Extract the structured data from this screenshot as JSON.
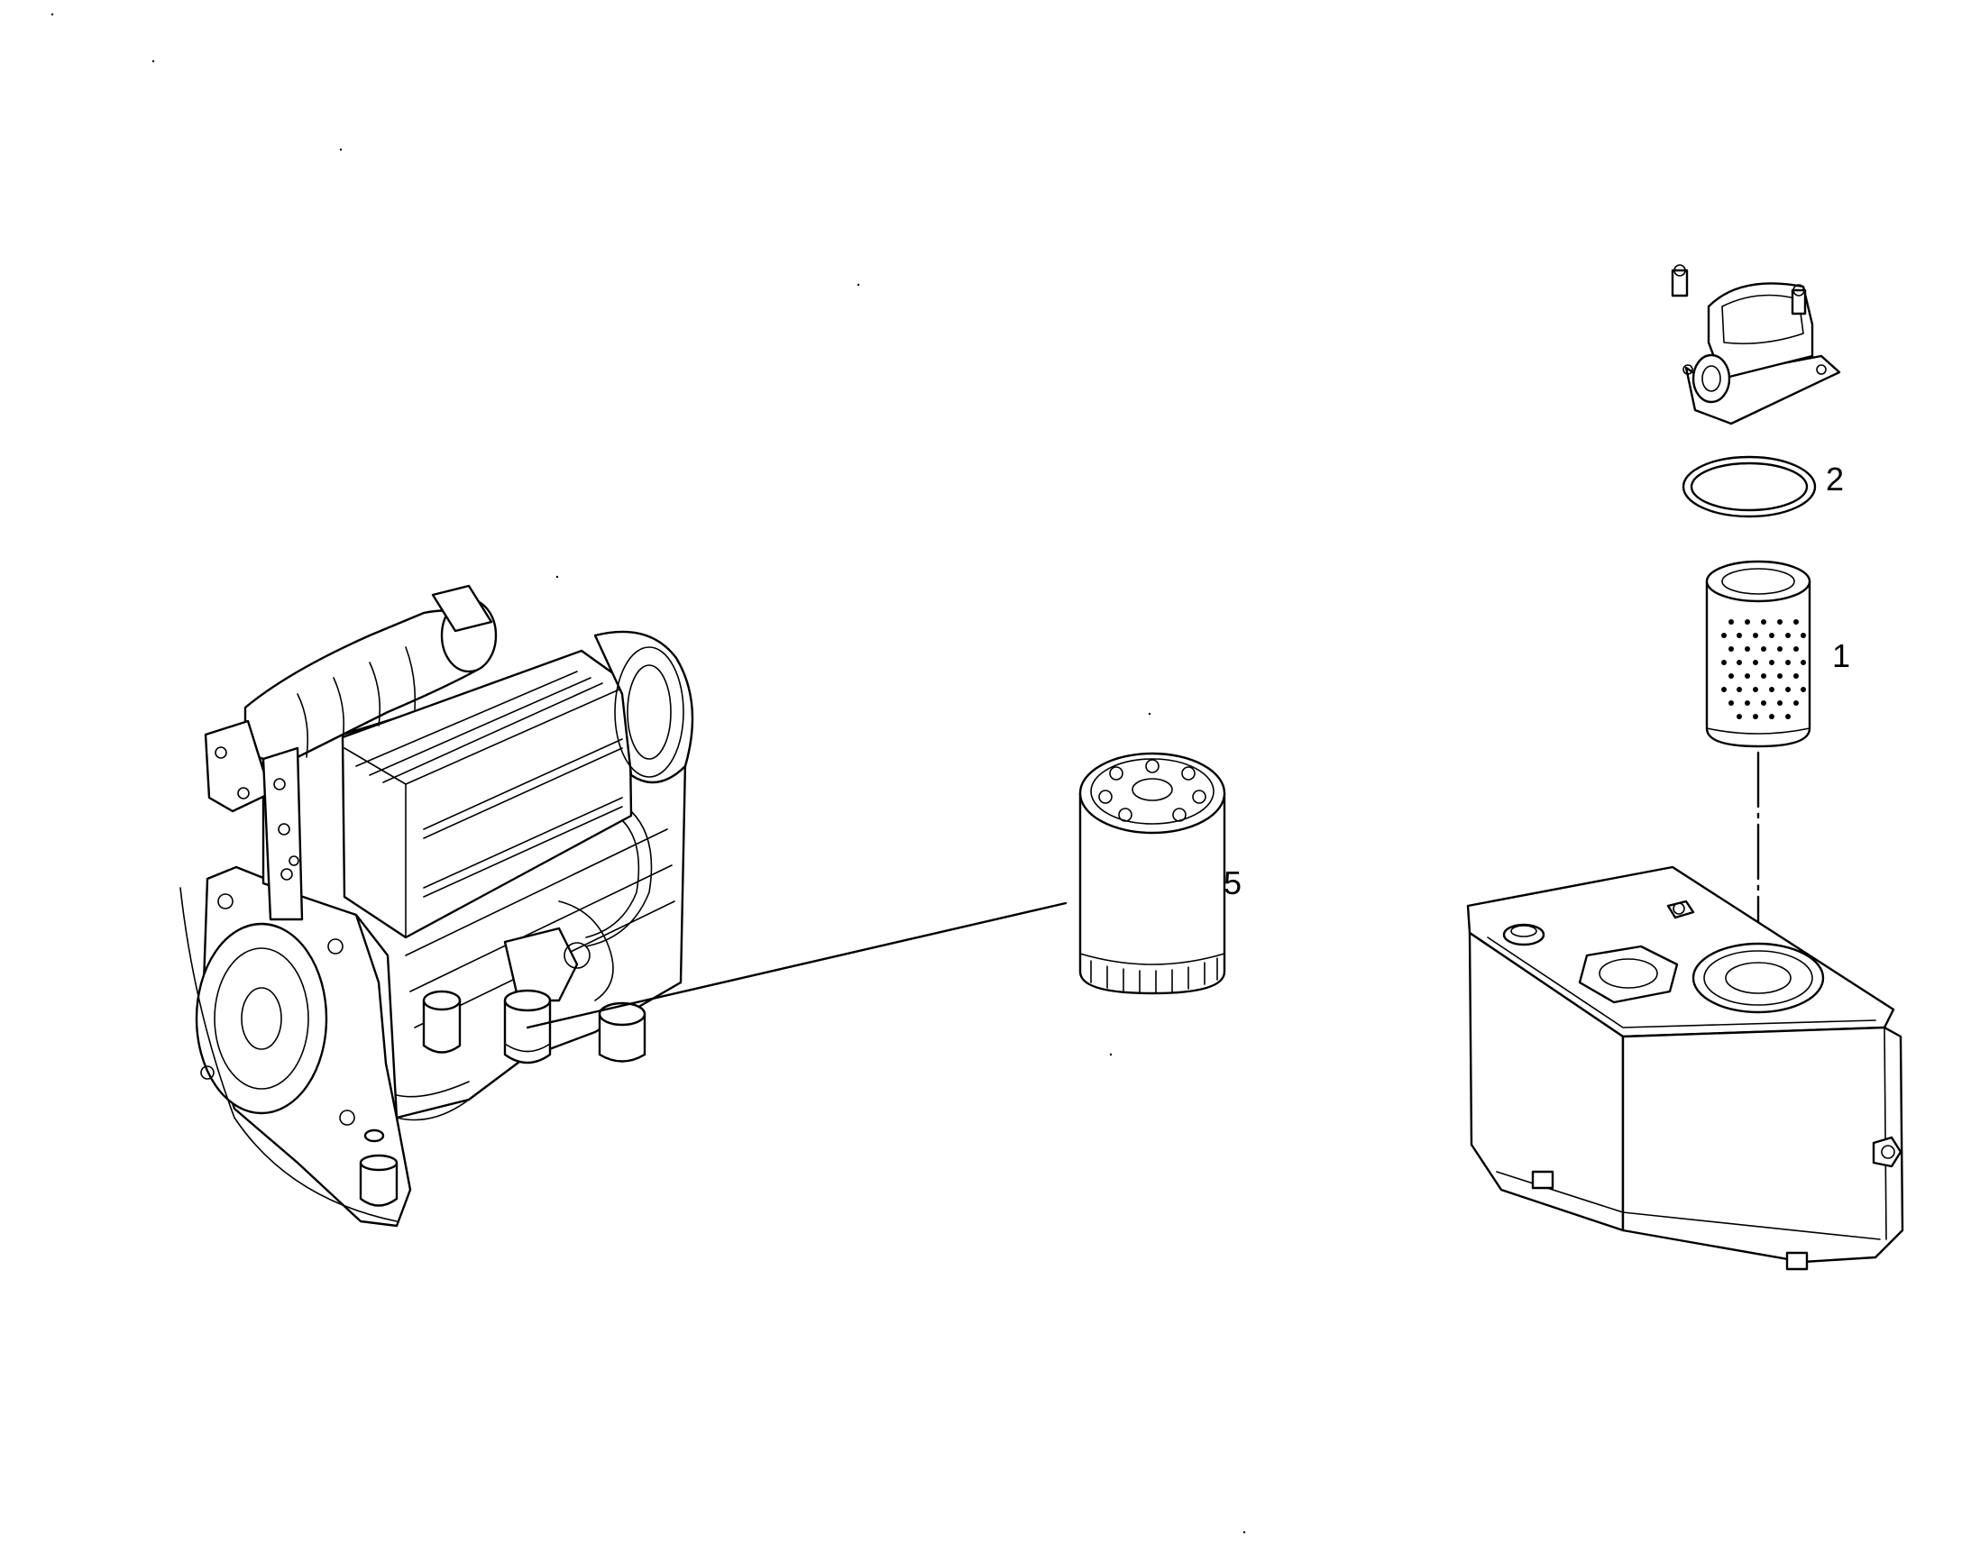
{
  "diagram": {
    "callouts": [
      {
        "id": "1"
      },
      {
        "id": "2"
      },
      {
        "id": "5"
      }
    ]
  }
}
